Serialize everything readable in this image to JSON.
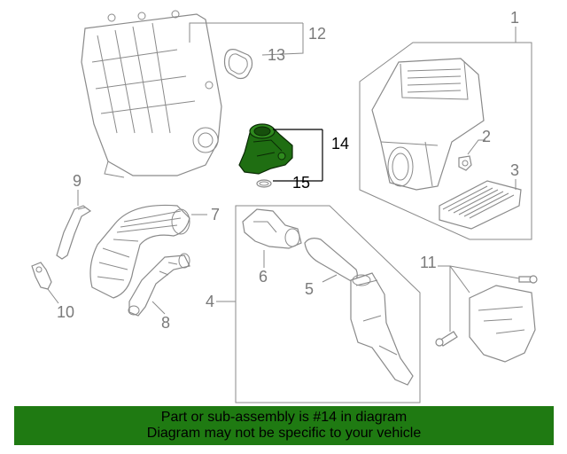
{
  "diagram": {
    "callouts": {
      "c1": "1",
      "c2": "2",
      "c3": "3",
      "c4": "4",
      "c5": "5",
      "c6": "6",
      "c7": "7",
      "c8": "8",
      "c9": "9",
      "c10": "10",
      "c11": "11",
      "c12": "12",
      "c13": "13",
      "c14": "14",
      "c15": "15"
    },
    "highlighted_part": "14",
    "highlight_color": "#1f6e12",
    "line_color": "#8a8a8a"
  },
  "banner": {
    "line1": "Part or sub-assembly is #14 in diagram",
    "line2": "Diagram may not be specific to your vehicle",
    "background": "#1f7a12"
  }
}
